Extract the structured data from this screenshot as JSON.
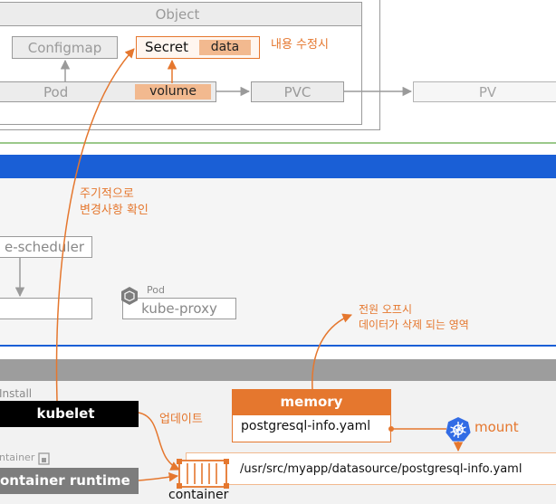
{
  "object_panel": {
    "title": "Object",
    "configmap": "Configmap",
    "secret": "Secret",
    "secret_data": "data",
    "pod": "Pod",
    "volume": "volume",
    "pvc": "PVC",
    "pv": "PV",
    "edit_note": "내용 수정시"
  },
  "control_plane": {
    "scheduler": "e-scheduler",
    "periodic_check_line1": "주기적으로",
    "periodic_check_line2": "변경사항 확인"
  },
  "proxy": {
    "pod_label": "Pod",
    "name": "kube-proxy"
  },
  "node": {
    "install_label": "Install",
    "kubelet": "kubelet",
    "update_note": "업데이트",
    "container_small_label": "ntainer",
    "container_runtime": "ontainer runtime",
    "container_label": "container",
    "memory_title": "memory",
    "memory_file": "postgresql-info.yaml",
    "mount_label": "mount",
    "mount_path": "/usr/src/myapp/datasource/postgresql-info.yaml",
    "power_note_line1": "전원 오프시",
    "power_note_line2": "데이터가 삭제 되는 영역"
  },
  "colors": {
    "accent": "#e5772e",
    "light_accent": "#f2b98f",
    "blue_band": "#1a5fd6",
    "k8s_blue": "#326ce5",
    "node_bar": "#9d9d9d",
    "kubelet_bg": "#000000"
  }
}
